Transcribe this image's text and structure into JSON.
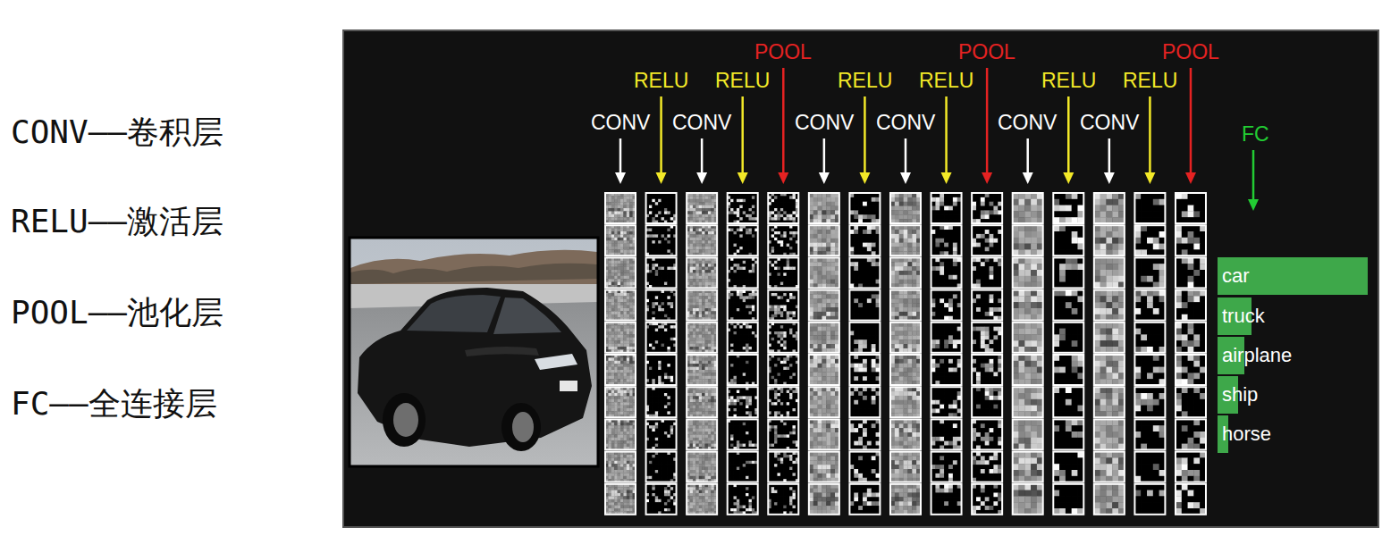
{
  "diagram": {
    "nodes": [
      {
        "text": [
          "car"
        ]
      },
      {
        "text": [
          "truck"
        ]
      },
      {
        "text": [
          "airplane"
        ]
      },
      {
        "text": [
          "ship"
        ]
      },
      {
        "text": [
          "horse"
        ]
      }
    ],
    "labels": [
      "CONV——卷积层",
      "RELU——激活层",
      "POOL——池化层",
      "FC——全连接层",
      "CONV",
      "RELU",
      "CONV",
      "RELU",
      "POOL",
      "CONV",
      "RELU",
      "CONV",
      "RELU",
      "POOL",
      "CONV",
      "RELU",
      "CONV",
      "RELU",
      "POOL",
      "FC"
    ]
  }
}
